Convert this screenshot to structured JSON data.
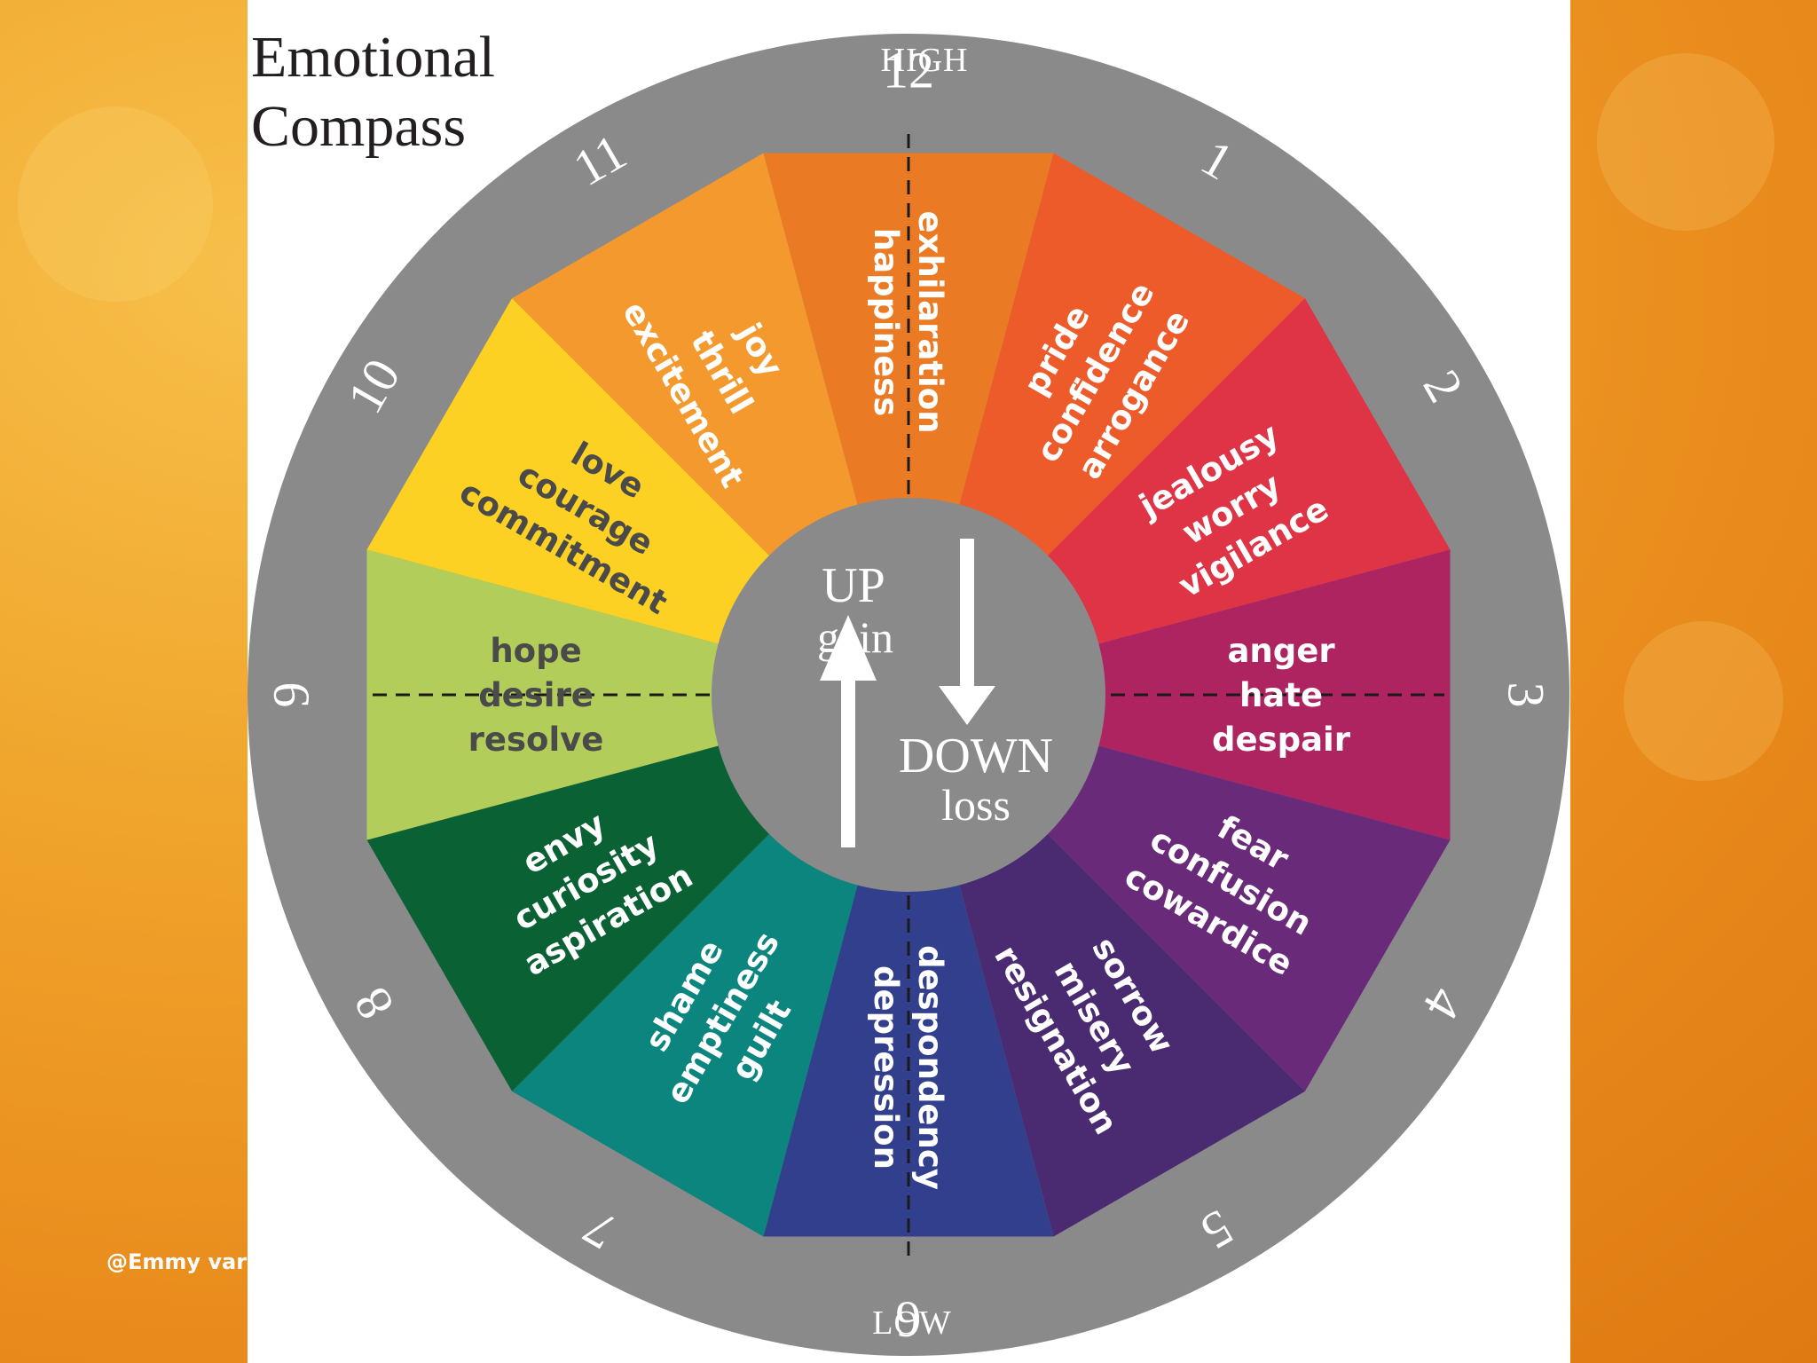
{
  "title": {
    "line1": "Emotional",
    "line2": "Compass"
  },
  "credit": "@Emmy var",
  "compass": {
    "top_label": "HIGH",
    "bottom_label": "LOW",
    "up": {
      "main": "UP",
      "sub": "gain"
    },
    "down": {
      "main": "DOWN",
      "sub": "loss"
    },
    "segments": [
      {
        "number": "12",
        "color": "#ea7b24",
        "words": [
          "exhilaration",
          "happiness"
        ]
      },
      {
        "number": "1",
        "color": "#ed5b2a",
        "words": [
          "pride",
          "confidence",
          "arrogance"
        ]
      },
      {
        "number": "2",
        "color": "#df3445",
        "words": [
          "jealousy",
          "worry",
          "vigilance"
        ]
      },
      {
        "number": "3",
        "color": "#ad2461",
        "words": [
          "anger",
          "hate",
          "despair"
        ]
      },
      {
        "number": "4",
        "color": "#6a2a7a",
        "words": [
          "fear",
          "confusion",
          "cowardice"
        ]
      },
      {
        "number": "5",
        "color": "#4a2b72",
        "words": [
          "sorrow",
          "misery",
          "resignation"
        ]
      },
      {
        "number": "6",
        "color": "#313f8c",
        "words": [
          "despondency",
          "depression"
        ]
      },
      {
        "number": "7",
        "color": "#0b857e",
        "words": [
          "shame",
          "emptiness",
          "guilt"
        ]
      },
      {
        "number": "8",
        "color": "#0a6234",
        "words": [
          "envy",
          "curiosity",
          "aspiration"
        ]
      },
      {
        "number": "9",
        "color": "#b3cd5a",
        "words": [
          "hope",
          "desire",
          "resolve"
        ]
      },
      {
        "number": "10",
        "color": "#fcd123",
        "words": [
          "love",
          "courage",
          "commitment"
        ]
      },
      {
        "number": "11",
        "color": "#f4992e",
        "words": [
          "joy",
          "thrill",
          "excitement"
        ]
      }
    ]
  }
}
